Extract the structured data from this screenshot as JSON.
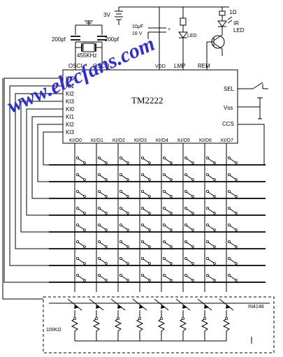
{
  "chip": {
    "name": "TM2222",
    "top_pins": [
      "OSCI",
      "OSCO",
      "VDD",
      "LMP",
      "REM"
    ],
    "left_pins": [
      "KI0",
      "KI1",
      "KI2",
      "KI3",
      "KI0",
      "KI1",
      "KI2",
      "KI3"
    ],
    "right_pins": [
      "SEL",
      "Vss",
      "CCS"
    ],
    "bottom_pins": [
      "KI/O0",
      "KI/O1",
      "KI/O2",
      "KI/O3",
      "KI/O4",
      "KI/O5",
      "KI/O6",
      "KI/O7"
    ]
  },
  "components": {
    "battery": "3V",
    "cap_left": "200pf",
    "cap_right": "200pf",
    "crystal": "455KHz",
    "electrolytic_value": "10μF",
    "electrolytic_voltage": "16 V",
    "electrolytic_polarity": "+",
    "led_label": "LED",
    "ir_resistor": "1Ω",
    "ir_led_line1": "IR",
    "ir_led_line2": "LED",
    "diode_part": "IN4148",
    "pull_resistor": "100KΩ"
  },
  "watermark": "www.elecfans.com",
  "matrix": {
    "rows": 8,
    "cols": 8
  },
  "colors": {
    "ink": "#000000",
    "watermark": "#2f2fd8"
  }
}
